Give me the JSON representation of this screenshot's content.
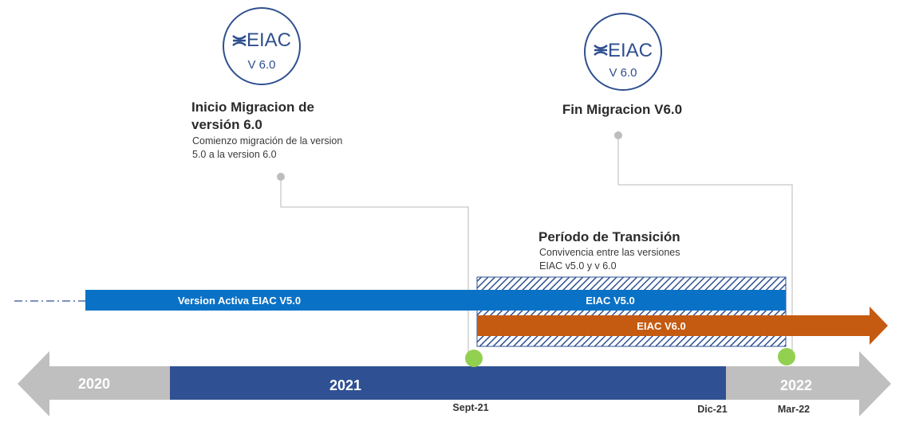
{
  "milestones": [
    {
      "logo_text": "EIAC",
      "logo_version": "V 6.0",
      "title_line1": "Inicio Migracion de",
      "title_line2": "versión 6.0",
      "desc_line1": "Comienzo migración de la version",
      "desc_line2": "5.0 a la version 6.0"
    },
    {
      "logo_text": "EIAC",
      "logo_version": "V 6.0",
      "title": "Fin Migracion V6.0"
    }
  ],
  "transition": {
    "title": "Período de Transición",
    "desc_line1": "Convivencia entre las versiones",
    "desc_line2": "EIAC  v5.0 y v 6.0"
  },
  "bars": {
    "active": "Version Activa EIAC V5.0",
    "v5": "EIAC V5.0",
    "v6": "EIAC V6.0"
  },
  "years": [
    "2020",
    "2021",
    "2022"
  ],
  "dates": {
    "sept": "Sept-21",
    "dic": "Dic-21",
    "mar": "Mar-22"
  },
  "colors": {
    "blue": "#0a72c6",
    "navy": "#2f5193",
    "orange": "#c55a11",
    "gray": "#bfbfbf",
    "green": "#92d050"
  }
}
